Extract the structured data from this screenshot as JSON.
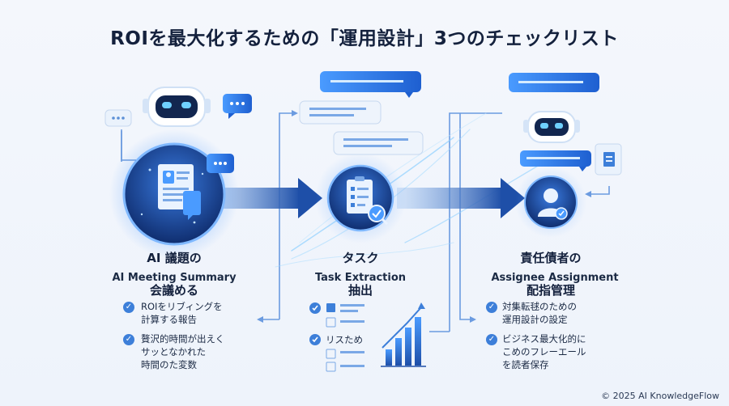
{
  "title": "ROIを最大化するための「運用設計」3つのチェックリスト",
  "stages": [
    {
      "title_line1": "AI 議題の",
      "title_line2": "会議める",
      "subtitle": "AI Meeting Summary",
      "bullets": [
        "ROIをリブィングを\n計算する報告",
        "贅沢的時間が出えく\nサッとなかれた\n時間のた変数"
      ]
    },
    {
      "title_line1": "タスク",
      "title_line2": "抽出",
      "subtitle": "Task Extraction",
      "list_label": "リスため"
    },
    {
      "title_line1": "責任債者の",
      "title_line2": "配指管理",
      "subtitle": "Assignee Assignment",
      "bullets": [
        "対集転毬のための\n運用設計の設定",
        "ビジネス最大化的に\nこめのフレーエール\nを読者保存"
      ]
    }
  ],
  "footer": "© 2025 AI KnowledgeFlow",
  "colors": {
    "accent": "#3d7fd9",
    "dark_blue": "#1e4fa8",
    "navy": "#14213d",
    "glow": "#6fb0ff"
  },
  "icons": [
    "robot-icon",
    "chat-bubble-icon",
    "document-icon",
    "checklist-icon",
    "magnifier-icon",
    "person-icon",
    "bar-chart-icon",
    "check-icon"
  ]
}
